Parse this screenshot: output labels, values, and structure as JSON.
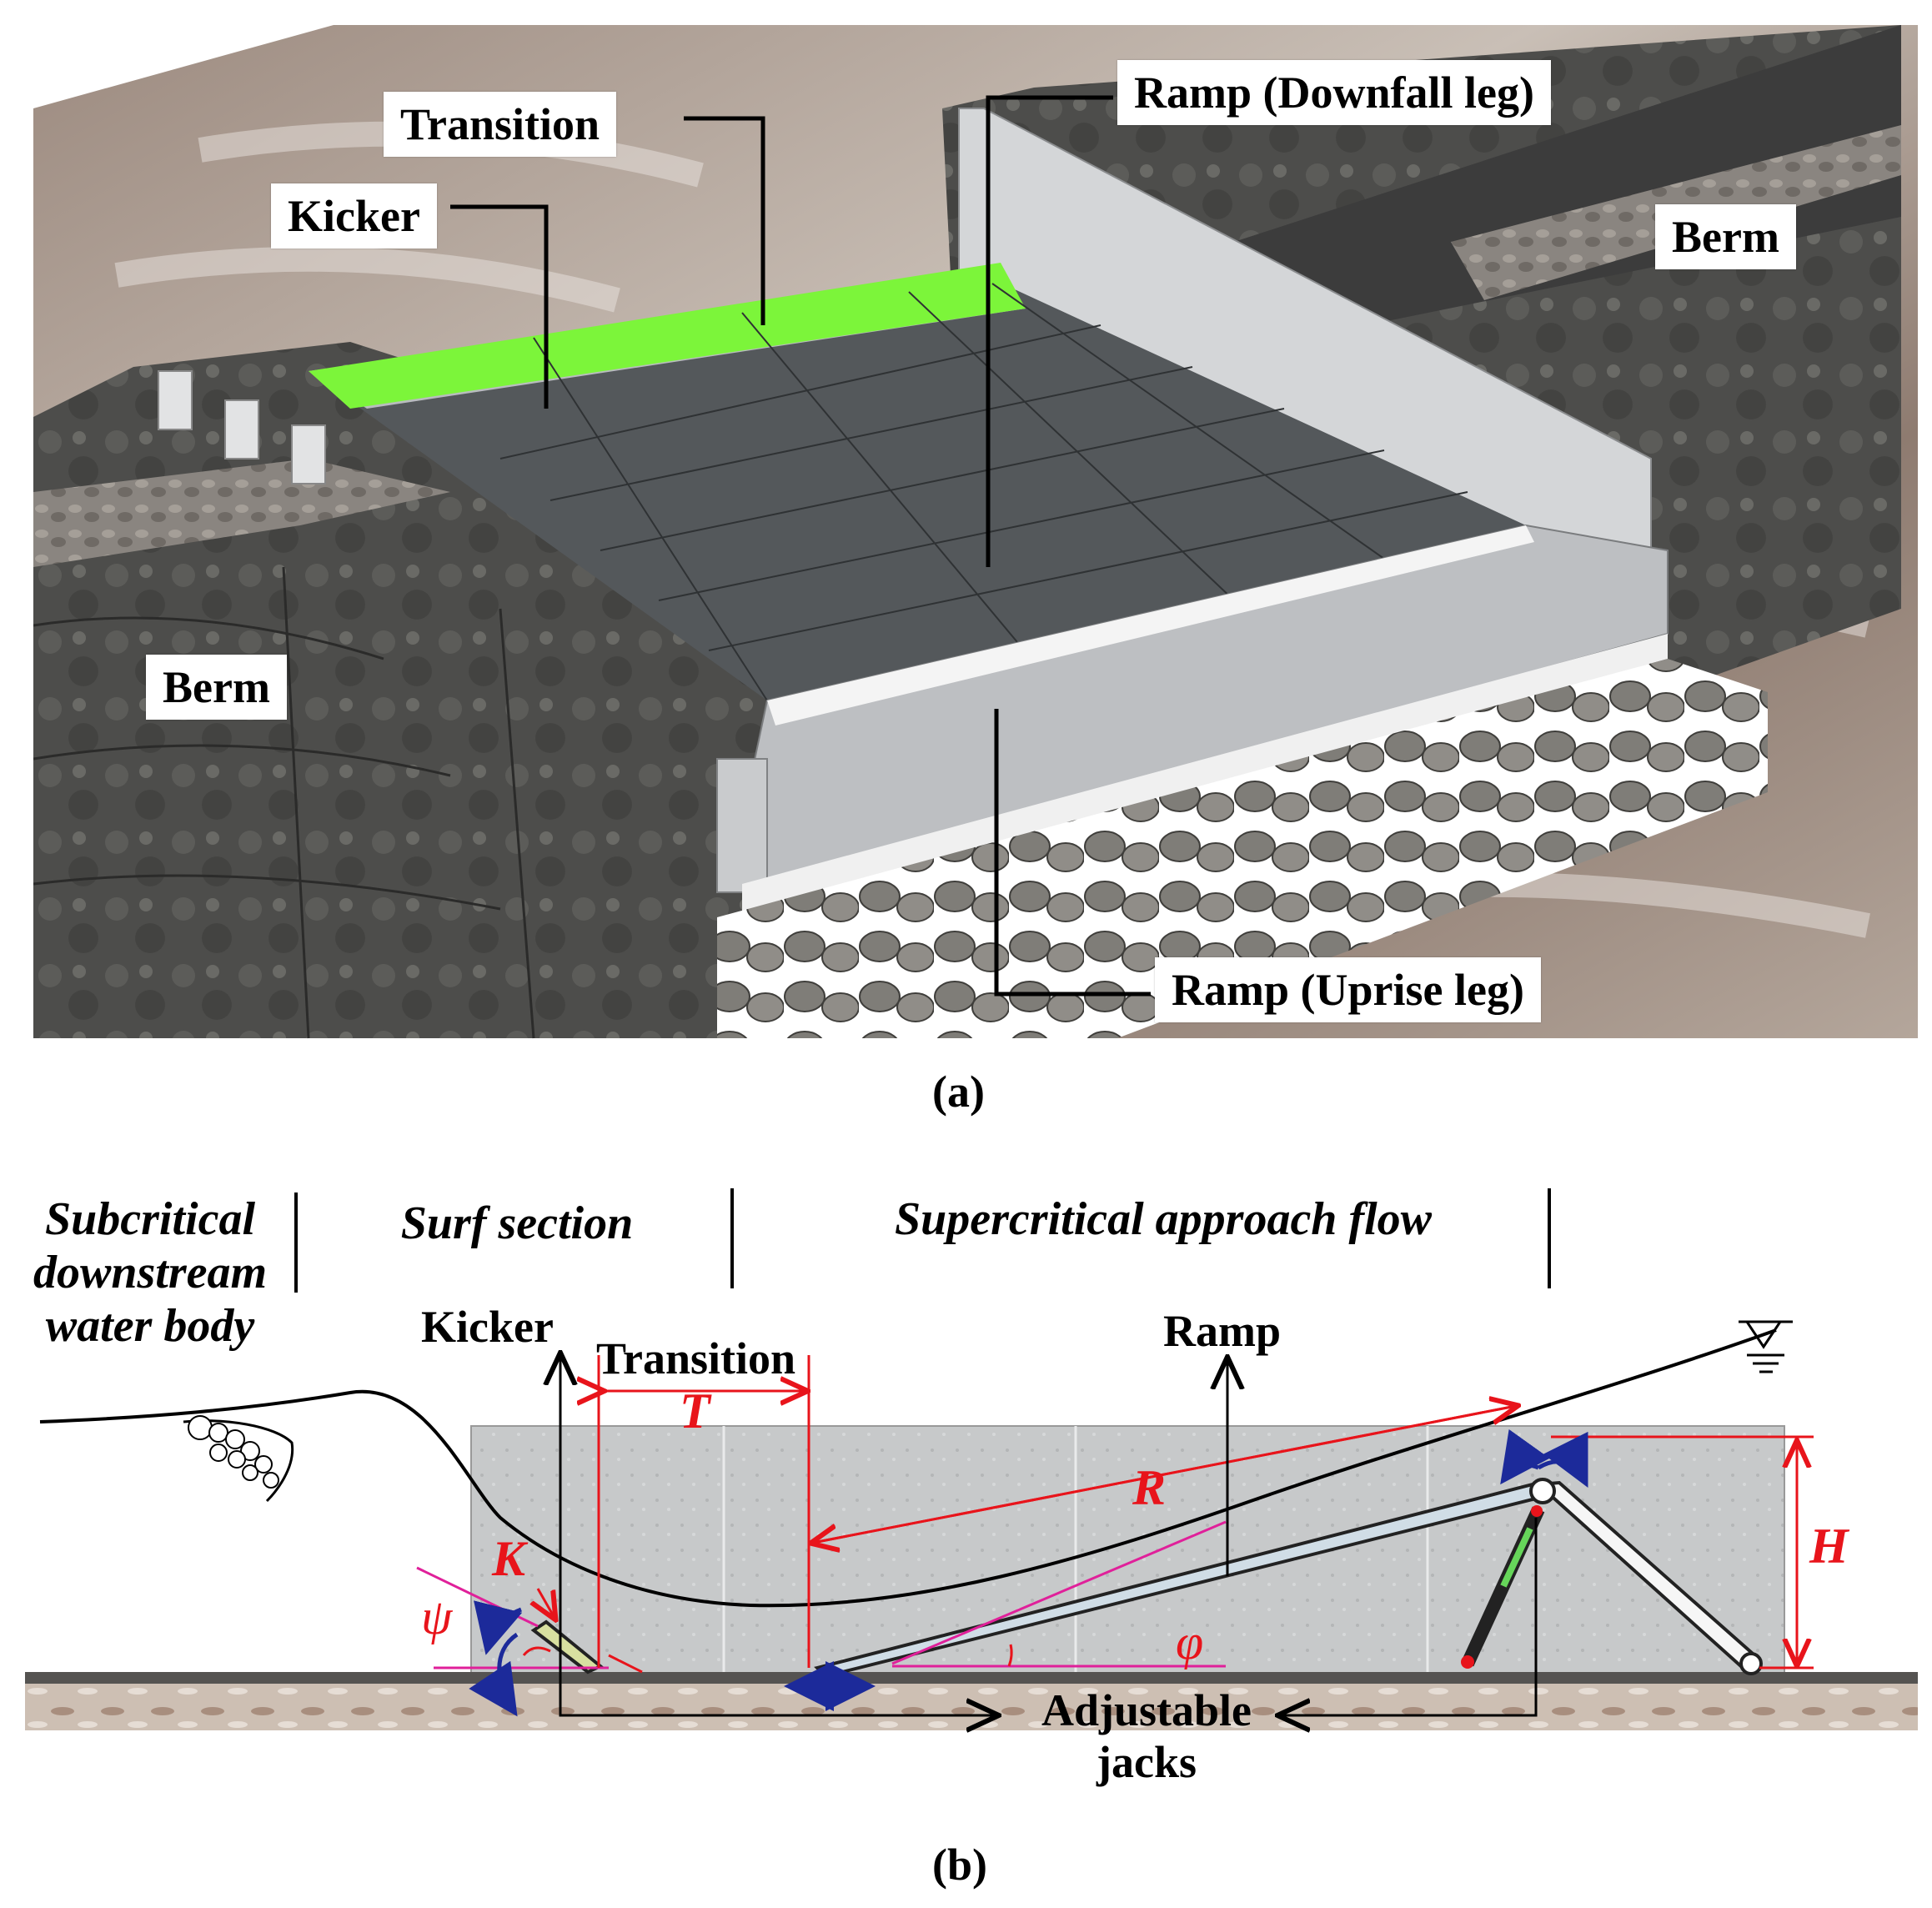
{
  "panel_a": {
    "labels": {
      "kicker": "Kicker",
      "transition": "Transition",
      "ramp_downfall": "Ramp (Downfall leg)",
      "berm_right": "Berm",
      "berm_left": "Berm",
      "ramp_uprise": "Ramp (Uprise leg)"
    },
    "caption": "(a)",
    "colors": {
      "kicker_green": "#7cf53a",
      "rock": "#4a4a48",
      "ground": "#a08d80"
    }
  },
  "panel_b": {
    "sections": {
      "subcritical": "Subcritical downstream water body",
      "surf": "Surf section",
      "supercritical": "Supercritical approach flow"
    },
    "labels": {
      "kicker": "Kicker",
      "transition": "Transition",
      "ramp": "Ramp",
      "adjustable_jacks": "Adjustable jacks"
    },
    "symbols": {
      "T": "T",
      "K": "K",
      "R": "R",
      "H": "H",
      "psi": "ψ",
      "phi": "φ"
    },
    "caption": "(b)",
    "colors": {
      "dimension_red": "#e8141b",
      "arrow_blue": "#1c2a9a",
      "magenta": "#e0209a"
    }
  }
}
